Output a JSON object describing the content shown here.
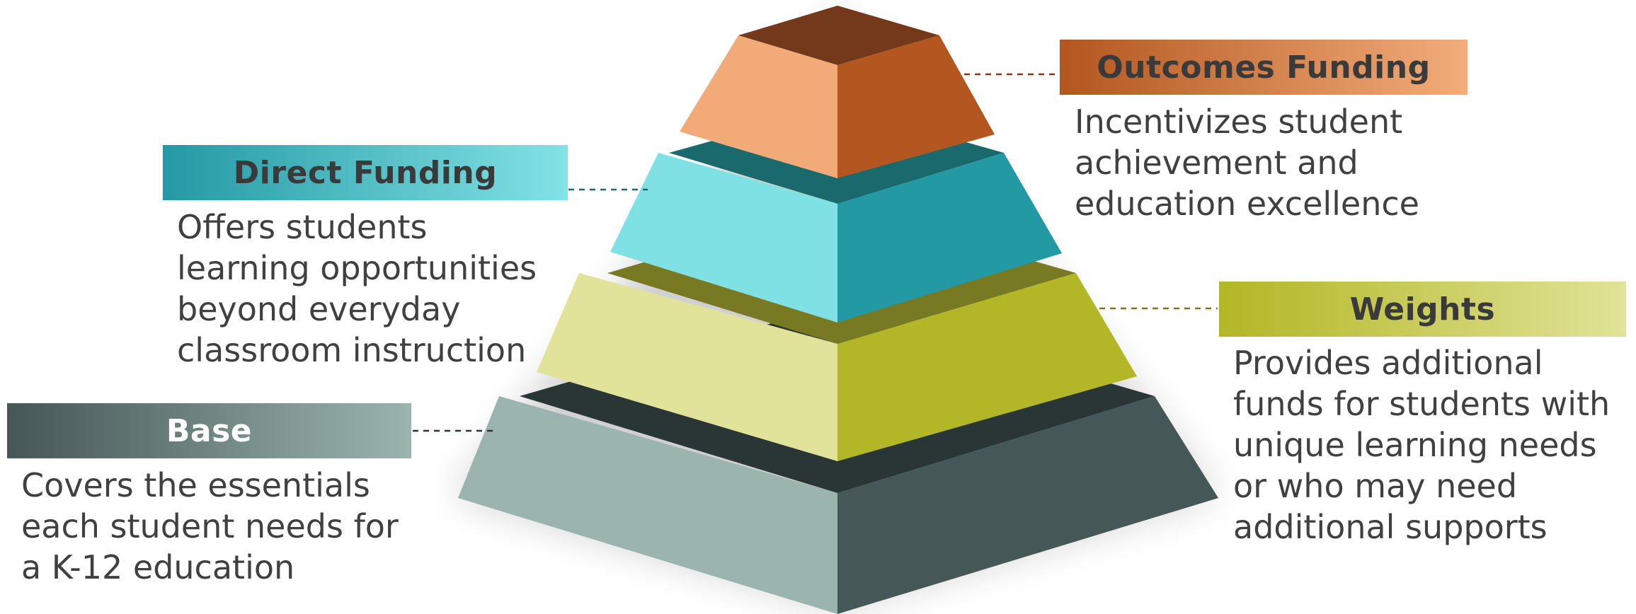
{
  "diagram": {
    "layers": [
      {
        "id": "outcomes",
        "title": "Outcomes Funding",
        "description_lines": [
          "Incentivizes student",
          "achievement and",
          "education excellence"
        ],
        "colors": {
          "left": "#f2ab78",
          "right": "#b3561f",
          "top": "#73391a",
          "banner_from": "#b3561f",
          "banner_to": "#f2ad7a",
          "connector": "#7a3a1d"
        }
      },
      {
        "id": "direct",
        "title": "Direct Funding",
        "description_lines": [
          "Offers students",
          "learning opportunities",
          "beyond everyday",
          "classroom instruction"
        ],
        "colors": {
          "left": "#80e1e5",
          "right": "#2299a3",
          "top": "#1a696c",
          "banner_from": "#2499a3",
          "banner_to": "#82e2e6",
          "connector": "#1a696c"
        }
      },
      {
        "id": "weights",
        "title": "Weights",
        "description_lines": [
          "Provides additional",
          "funds for students with",
          "unique learning needs",
          "or who may need",
          "additional supports"
        ],
        "colors": {
          "left": "#e1e39b",
          "right": "#b3b626",
          "top": "#777a22",
          "banner_from": "#b3b624",
          "banner_to": "#e0e398",
          "connector": "#777a22"
        }
      },
      {
        "id": "base",
        "title": "Base",
        "description_lines": [
          "Covers the essentials",
          "each student needs for",
          "a K-12 education"
        ],
        "colors": {
          "left": "#9bb4ae",
          "right": "#455757",
          "top": "#2a3536",
          "banner_from": "#455757",
          "banner_to": "#9bb4ae",
          "connector": "#2a3536"
        }
      }
    ]
  }
}
